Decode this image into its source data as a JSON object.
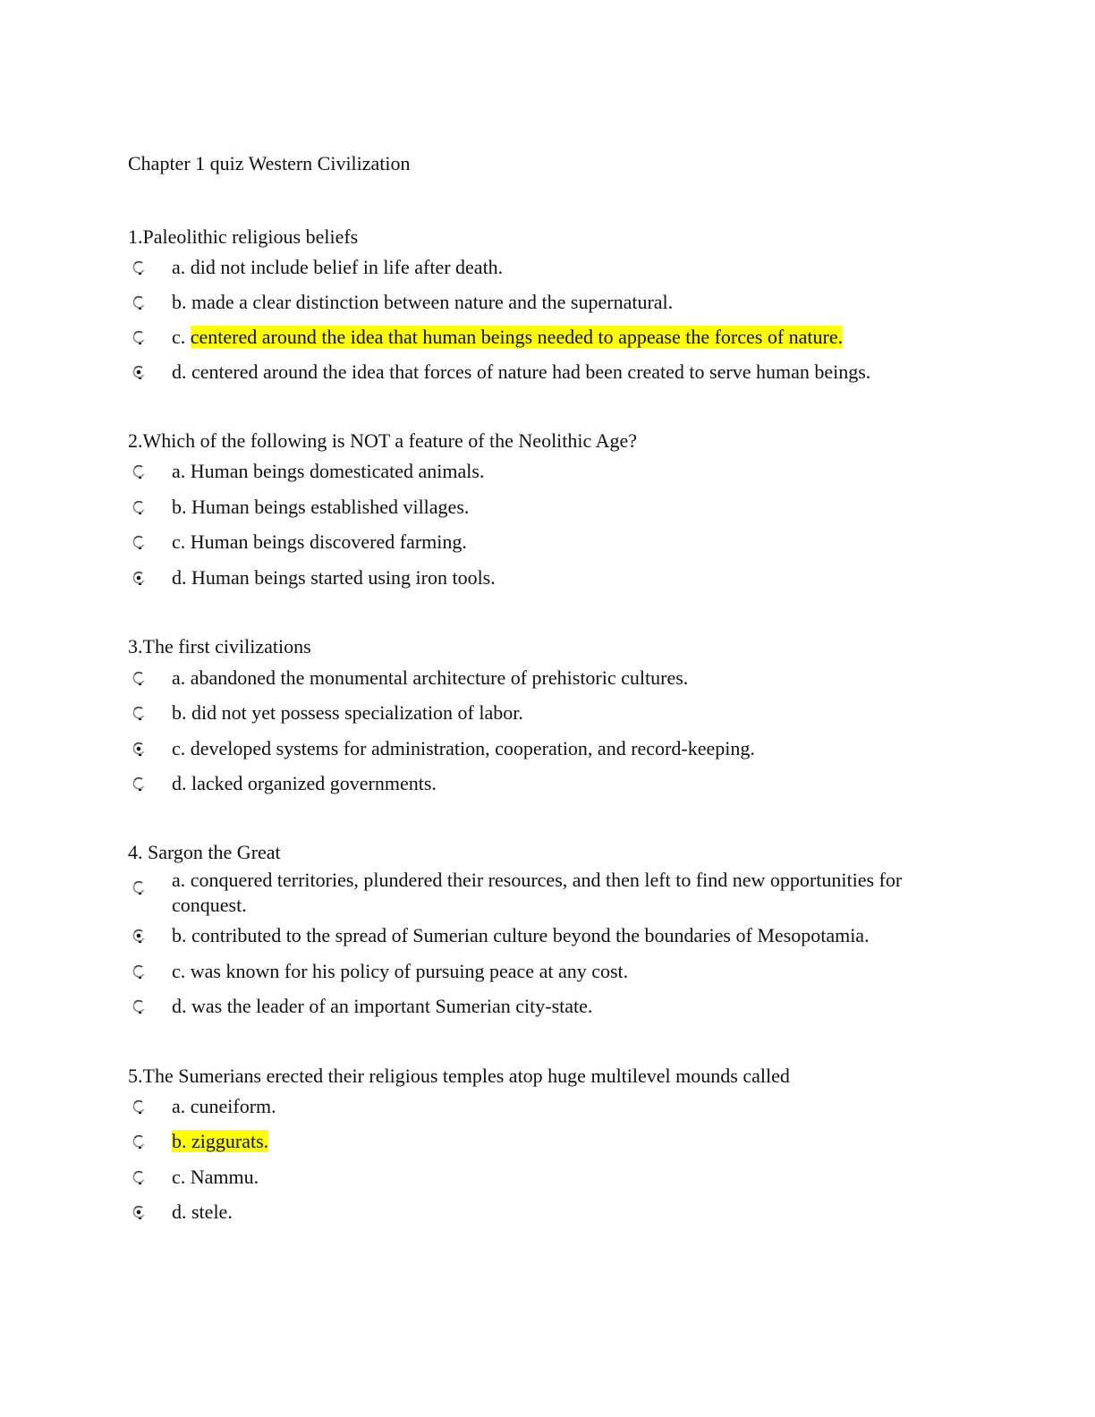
{
  "document": {
    "title": "Chapter 1 quiz Western Civilization",
    "highlight_color": "#ffff00",
    "questions": [
      {
        "number": "1.",
        "text": "Paleolithic religious beliefs",
        "options": [
          {
            "letter": "a.",
            "text": "did not include belief in life after death.",
            "selected": false,
            "highlighted": false
          },
          {
            "letter": "b.",
            "text": "made a clear distinction between nature and the supernatural.",
            "selected": false,
            "highlighted": false
          },
          {
            "letter": "c.",
            "text": "centered around the idea that human beings needed to appease the forces of nature.",
            "selected": false,
            "highlighted": true
          },
          {
            "letter": "d.",
            "text": "centered around the idea that forces of nature had been created to serve human beings.",
            "selected": true,
            "highlighted": false
          }
        ]
      },
      {
        "number": "2.",
        "text": "Which of the following is NOT a feature of the Neolithic Age?",
        "options": [
          {
            "letter": "a.",
            "text": "Human beings domesticated animals.",
            "selected": false,
            "highlighted": false
          },
          {
            "letter": "b.",
            "text": "Human beings established villages.",
            "selected": false,
            "highlighted": false
          },
          {
            "letter": "c.",
            "text": "Human beings discovered farming.",
            "selected": false,
            "highlighted": false
          },
          {
            "letter": "d.",
            "text": "Human beings started using iron tools.",
            "selected": true,
            "highlighted": false
          }
        ]
      },
      {
        "number": "3.",
        "text": "The first civilizations",
        "options": [
          {
            "letter": "a.",
            "text": "abandoned the monumental architecture of prehistoric cultures.",
            "selected": false,
            "highlighted": false
          },
          {
            "letter": "b.",
            "text": "did not yet possess specialization of labor.",
            "selected": false,
            "highlighted": false
          },
          {
            "letter": "c.",
            "text": "developed systems for administration, cooperation, and record-keeping.",
            "selected": true,
            "highlighted": false
          },
          {
            "letter": "d.",
            "text": "lacked organized governments.",
            "selected": false,
            "highlighted": false
          }
        ]
      },
      {
        "number": "4. ",
        "text": "Sargon the Great",
        "options": [
          {
            "letter": "a.",
            "text": "conquered territories, plundered their resources, and then left to find new opportunities for conquest.",
            "selected": false,
            "highlighted": false
          },
          {
            "letter": "b.",
            "text": "contributed to the spread of Sumerian culture beyond the boundaries of Mesopotamia.",
            "selected": true,
            "highlighted": false
          },
          {
            "letter": "c.",
            "text": "was known for his policy of pursuing peace at any cost.",
            "selected": false,
            "highlighted": false
          },
          {
            "letter": "d.",
            "text": "was the leader of an important Sumerian city-state.",
            "selected": false,
            "highlighted": false
          }
        ]
      },
      {
        "number": "5.",
        "text": "The Sumerians erected their religious temples atop huge multilevel mounds called",
        "options": [
          {
            "letter": "a.",
            "text": "cuneiform.",
            "selected": false,
            "highlighted": false
          },
          {
            "letter": "b.",
            "text": "ziggurats.",
            "selected": false,
            "highlighted": true,
            "highlight_letter": true
          },
          {
            "letter": "c.",
            "text": "Nammu.",
            "selected": false,
            "highlighted": false
          },
          {
            "letter": "d.",
            "text": "stele.",
            "selected": true,
            "highlighted": false
          }
        ]
      }
    ]
  }
}
